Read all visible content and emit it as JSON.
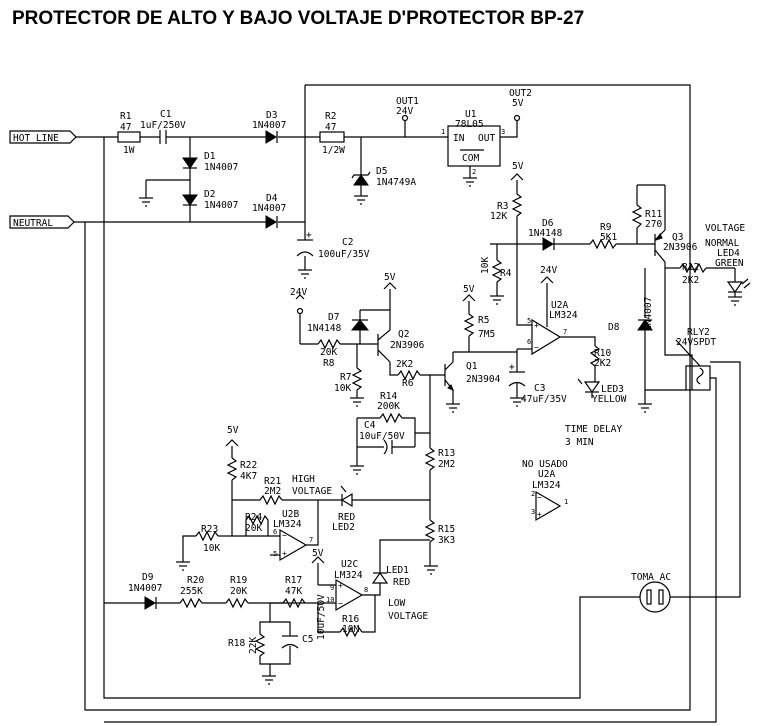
{
  "title": "PROTECTOR DE ALTO Y BAJO VOLTAJE D'PROTECTOR  BP-27",
  "ports": {
    "hot_line": "HOT LINE",
    "neutral": "NEUTRAL"
  },
  "components": {
    "r1": {
      "ref": "R1",
      "value": "47",
      "note": "1W"
    },
    "c1": {
      "ref": "C1",
      "value": "1uF/250V"
    },
    "d1": {
      "ref": "D1",
      "value": "1N4007"
    },
    "d2": {
      "ref": "D2",
      "value": "1N4007"
    },
    "d3": {
      "ref": "D3",
      "value": "1N4007"
    },
    "d4": {
      "ref": "D4",
      "value": "1N4007"
    },
    "r2": {
      "ref": "R2",
      "value": "47",
      "note": "1/2W"
    },
    "d5": {
      "ref": "D5",
      "value": "1N4749A"
    },
    "c2": {
      "ref": "C2",
      "value": "100uF/35V"
    },
    "out1": {
      "ref": "OUT1",
      "value": "24V"
    },
    "out2": {
      "ref": "OUT2",
      "value": "5V"
    },
    "u1": {
      "ref": "U1",
      "value": "78L05",
      "pin_in": "IN",
      "pin_out": "OUT",
      "pin_com": "COM",
      "p1": "1",
      "p3": "3",
      "p2": "2"
    },
    "r3": {
      "ref": "R3",
      "value": "12K",
      "supply": "5V"
    },
    "d6": {
      "ref": "D6",
      "value": "1N4148"
    },
    "r9": {
      "ref": "R9",
      "value": "5K1"
    },
    "r11": {
      "ref": "R11",
      "value": "270"
    },
    "q3": {
      "ref": "Q3",
      "value": "2N3906"
    },
    "led4": {
      "label": "VOLTAGE",
      "label2": "NORMAL",
      "ref": "LED4",
      "color": "GREEN"
    },
    "r12": {
      "ref": "R12",
      "value": "2K2"
    },
    "r4": {
      "ref": "R4",
      "value": "10K"
    },
    "u2a": {
      "supply": "24V",
      "ref": "U2A",
      "value": "LM324",
      "p5": "5",
      "p6": "6",
      "p7": "7"
    },
    "d8": {
      "ref": "D8",
      "value": "1N4007"
    },
    "rly2": {
      "ref": "RLY2",
      "value": "24VSPDT"
    },
    "d7": {
      "ref": "D7",
      "value": "1N4148",
      "supply": "24V"
    },
    "q2": {
      "ref": "Q2",
      "value": "2N3906",
      "supply": "5V"
    },
    "r8": {
      "ref": "R8",
      "value": "20K"
    },
    "r7": {
      "ref": "R7",
      "value": "10K"
    },
    "r6": {
      "ref": "R6",
      "value": "2K2"
    },
    "r5": {
      "ref": "R5",
      "value": "7M5",
      "supply": "5V"
    },
    "q1": {
      "ref": "Q1",
      "value": "2N3904"
    },
    "c3": {
      "ref": "C3",
      "value": "47uF/35V"
    },
    "r10": {
      "ref": "R10",
      "value": "2K2"
    },
    "led3": {
      "ref": "LED3",
      "color": "YELLOW"
    },
    "time_delay": {
      "line1": "TIME DELAY",
      "line2": "3 MIN"
    },
    "r14": {
      "ref": "R14",
      "value": "200K"
    },
    "c4": {
      "ref": "C4",
      "value": "10uF/50V"
    },
    "r13": {
      "ref": "R13",
      "value": "2M2"
    },
    "no_usado": {
      "line1": "NO USADO",
      "ref": "U2A",
      "value": "LM324",
      "p1": "1",
      "p2": "2",
      "p3": "3"
    },
    "r22": {
      "ref": "R22",
      "value": "4K7",
      "supply": "5V"
    },
    "r21": {
      "ref": "R21",
      "value": "2M2"
    },
    "high_voltage": {
      "line1": "HIGH",
      "line2": "VOLTAGE"
    },
    "led2": {
      "color": "RED",
      "ref": "LED2"
    },
    "r15": {
      "ref": "R15",
      "value": "3K3"
    },
    "r23": {
      "ref": "R23",
      "value": "10K"
    },
    "r24": {
      "ref": "R24",
      "value": "20K"
    },
    "u2b": {
      "ref": "U2B",
      "value": "LM324",
      "p5": "5",
      "p6": "6",
      "p7": "7"
    },
    "u2c": {
      "ref": "U2C",
      "value": "LM324",
      "supply": "5V",
      "p9": "9",
      "p10": "10",
      "p8": "8"
    },
    "led1": {
      "ref": "LED1",
      "color": "RED"
    },
    "low_voltage": {
      "line1": "LOW",
      "line2": "VOLTAGE"
    },
    "r16": {
      "ref": "R16",
      "value": "10M"
    },
    "d9": {
      "ref": "D9",
      "value": "1N4007"
    },
    "r20": {
      "ref": "R20",
      "value": "255K"
    },
    "r19": {
      "ref": "R19",
      "value": "20K"
    },
    "r17": {
      "ref": "R17",
      "value": "47K"
    },
    "c5": {
      "ref": "C5",
      "value": "10uF/50V"
    },
    "r18": {
      "ref": "R18",
      "value": "22K"
    },
    "toma": {
      "label": "TOMA AC"
    }
  }
}
